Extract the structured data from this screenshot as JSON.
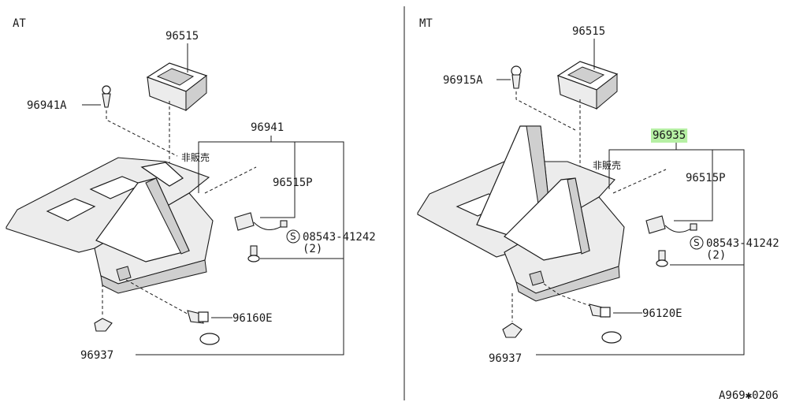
{
  "left": {
    "section": "AT",
    "p1": "96515",
    "p2": "96941A",
    "p3": "96941",
    "p4": "非販売",
    "p5": "96515P",
    "p6": "08543-41242",
    "p7": "(2)",
    "p8": "96160E",
    "p9": "96937"
  },
  "right": {
    "section": "MT",
    "p1": "96515",
    "p2": "96915A",
    "p3": "96935",
    "p4": "非販売",
    "p5": "96515P",
    "p6": "08543-41242",
    "p7": "(2)",
    "p8": "96120E",
    "p9": "96937"
  },
  "s_symbol": "S",
  "footer": "A969✱0206",
  "highlight_color": "#b6f0a4"
}
